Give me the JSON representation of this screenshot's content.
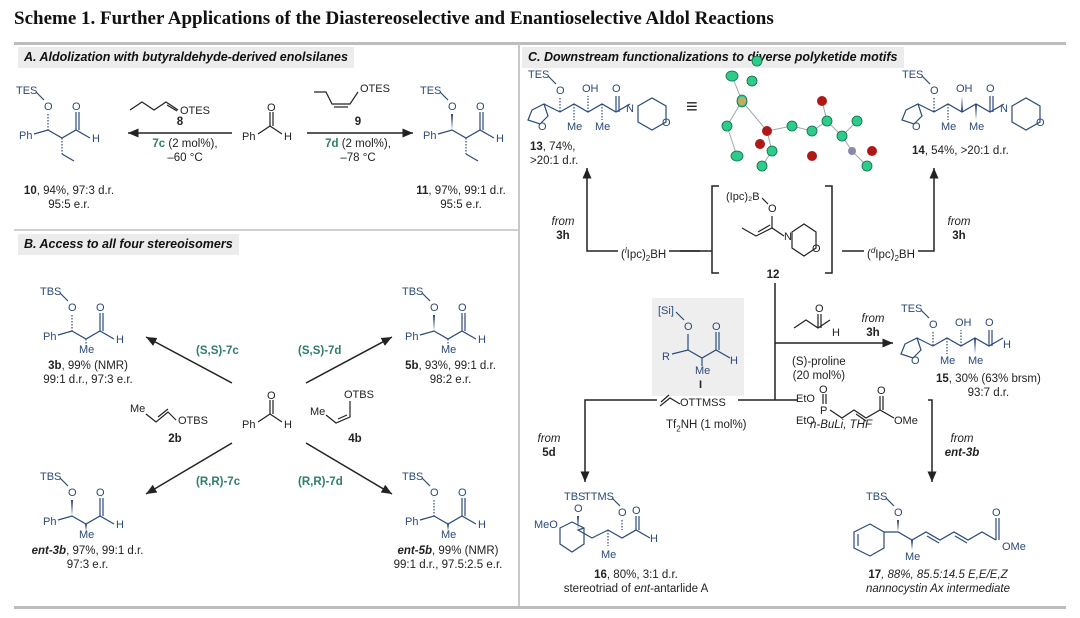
{
  "title": "Scheme 1. Further Applications of the Diastereoselective and Enantioselective Aldol Reactions",
  "sections": {
    "A": {
      "heading": "A. Aldolization with butyraldehyde-derived enolsilanes",
      "center_reagent": "Ph–CHO",
      "left": {
        "reagent_label": "OTES",
        "reagent_id": "8",
        "catalyst": "7c",
        "conditions": " (2 mol%),",
        "temp": "–60 °C",
        "product_id": "10",
        "product_line1": ", 94%, 97:3 d.r.",
        "product_line2": "95:5 e.r."
      },
      "right": {
        "reagent_label": "OTES",
        "reagent_id": "9",
        "catalyst": "7d",
        "conditions": " (2 mol%),",
        "temp": "–78 °C",
        "product_id": "11",
        "product_line1": ", 97%, 99:1 d.r.",
        "product_line2": "95:5 e.r."
      }
    },
    "B": {
      "heading": "B. Access to all four stereoisomers",
      "reagent_2b": "OTBS",
      "reagent_2b_id": "2b",
      "reagent_4b": "OTBS",
      "reagent_4b_id": "4b",
      "arrows": {
        "top_left": "(S,S)-7c",
        "top_right": "(S,S)-7d",
        "bottom_left": "(R,R)-7c",
        "bottom_right": "(R,R)-7d"
      },
      "products": {
        "top_left": {
          "id": "3b",
          "line1": ", 99% (NMR)",
          "line2": "99:1 d.r., 97:3 e.r."
        },
        "top_right": {
          "id": "5b",
          "line1": ", 93%, 99:1 d.r.",
          "line2": "98:2 e.r."
        },
        "bottom_left": {
          "id": "ent-3b",
          "line1": ", 97%, 99:1 d.r.",
          "line2": "97:3 e.r."
        },
        "bottom_right": {
          "id": "ent-5b",
          "line1": ", 99% (NMR)",
          "line2": "99:1 d.r., 97.5:2.5 e.r."
        }
      }
    },
    "C": {
      "heading": "C. Downstream functionalizations to diverse polyketide motifs",
      "product_13": {
        "id": "13",
        "line1": ", 74%,",
        "line2": ">20:1 d.r.",
        "from": "from",
        "from_id": "3h"
      },
      "product_14": {
        "id": "14",
        "line1": ", 54%, >20:1 d.r.",
        "from": "from",
        "from_id": "3h"
      },
      "intermediate_12": {
        "id": "12",
        "boron": "(Ipc)2B"
      },
      "left_reagent": "(lIpc)2BH",
      "right_reagent": "(dIpc)2BH",
      "generic_I": {
        "id": "I",
        "si": "[Si]",
        "r": "R"
      },
      "product_15": {
        "id": "15",
        "line1": ", 30% (63% brsm)",
        "line2": "93:7 d.r.",
        "from": "from",
        "from_id": "3h",
        "cond1": "(S)-proline",
        "cond2": "(20 mol%)"
      },
      "product_16": {
        "id": "16",
        "line1": ", 80%, 3:1 d.r.",
        "line2": "stereotriad of ent-antarlide A",
        "from": "from",
        "from_id": "5d",
        "reagent": "OTTMSS",
        "cond": "Tf2NH (1 mol%)"
      },
      "product_17": {
        "id": "17",
        "line1": ", 88%, 85.5:14.5 E,E/E,Z",
        "line2": "nannocystin Ax intermediate",
        "from": "from",
        "from_id": "ent-3b",
        "cond": "n-BuLi, THF"
      }
    }
  },
  "colors": {
    "structure": "#2b4a7a",
    "catalyst": "#2e7d6e",
    "carbon_atom": "#2ecc8a",
    "oxygen_atom": "#b01818"
  }
}
